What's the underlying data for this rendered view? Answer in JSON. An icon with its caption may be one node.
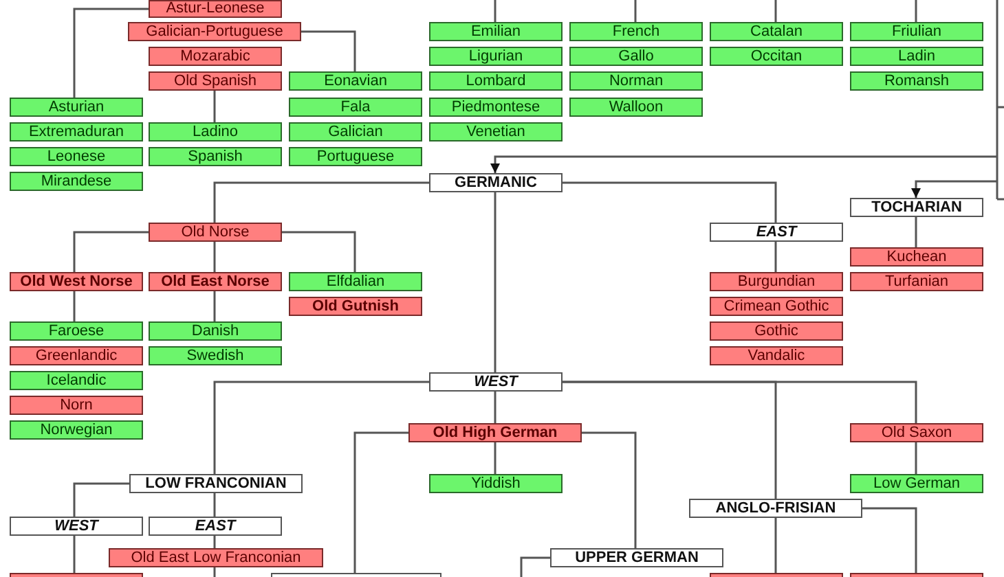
{
  "diagram": {
    "nodes": [
      {
        "text": [
          "Astur-Leonese"
        ]
      },
      {
        "text": [
          "Galician-Portuguese"
        ]
      },
      {
        "text": [
          "Mozarabic"
        ]
      },
      {
        "text": [
          "Old Spanish"
        ]
      },
      {
        "text": [
          "Eonavian"
        ]
      },
      {
        "text": [
          "Fala"
        ]
      },
      {
        "text": [
          "Galician"
        ]
      },
      {
        "text": [
          "Portuguese"
        ]
      },
      {
        "text": [
          "Asturian"
        ]
      },
      {
        "text": [
          "Extremaduran"
        ]
      },
      {
        "text": [
          "Leonese"
        ]
      },
      {
        "text": [
          "Mirandese"
        ]
      },
      {
        "text": [
          "Ladino"
        ]
      },
      {
        "text": [
          "Spanish"
        ]
      },
      {
        "text": [
          "Emilian"
        ]
      },
      {
        "text": [
          "Ligurian"
        ]
      },
      {
        "text": [
          "Lombard"
        ]
      },
      {
        "text": [
          "Piedmontese"
        ]
      },
      {
        "text": [
          "Venetian"
        ]
      },
      {
        "text": [
          "French"
        ]
      },
      {
        "text": [
          "Gallo"
        ]
      },
      {
        "text": [
          "Norman"
        ]
      },
      {
        "text": [
          "Walloon"
        ]
      },
      {
        "text": [
          "Catalan"
        ]
      },
      {
        "text": [
          "Occitan"
        ]
      },
      {
        "text": [
          "Friulian"
        ]
      },
      {
        "text": [
          "Ladin"
        ]
      },
      {
        "text": [
          "Romansh"
        ]
      },
      {
        "text": [
          "GERMANIC"
        ]
      },
      {
        "text": [
          "TOCHARIAN"
        ]
      },
      {
        "text": [
          "Old Norse"
        ]
      },
      {
        "text": [
          "EAST"
        ]
      },
      {
        "text": [
          "Old West Norse"
        ]
      },
      {
        "text": [
          "Old East Norse"
        ]
      },
      {
        "text": [
          "Elfdalian"
        ]
      },
      {
        "text": [
          "Old Gutnish"
        ]
      },
      {
        "text": [
          "Burgundian"
        ]
      },
      {
        "text": [
          "Crimean Gothic"
        ]
      },
      {
        "text": [
          "Gothic"
        ]
      },
      {
        "text": [
          "Vandalic"
        ]
      },
      {
        "text": [
          "Kuchean"
        ]
      },
      {
        "text": [
          "Turfanian"
        ]
      },
      {
        "text": [
          "Faroese"
        ]
      },
      {
        "text": [
          "Greenlandic"
        ]
      },
      {
        "text": [
          "Icelandic"
        ]
      },
      {
        "text": [
          "Norn"
        ]
      },
      {
        "text": [
          "Norwegian"
        ]
      },
      {
        "text": [
          "Danish"
        ]
      },
      {
        "text": [
          "Swedish"
        ]
      },
      {
        "text": [
          "WEST"
        ]
      },
      {
        "text": [
          "Old High German"
        ]
      },
      {
        "text": [
          "Old Saxon"
        ]
      },
      {
        "text": [
          "Yiddish"
        ]
      },
      {
        "text": [
          "Low German"
        ]
      },
      {
        "text": [
          "LOW FRANCONIAN"
        ]
      },
      {
        "text": [
          "ANGLO-FRISIAN"
        ]
      },
      {
        "text": [
          "WEST"
        ]
      },
      {
        "text": [
          "EAST"
        ]
      },
      {
        "text": [
          "Old East Low Franconian"
        ]
      },
      {
        "text": [
          "UPPER GERMAN"
        ]
      },
      {
        "text": [],
        "shape": "box"
      },
      {
        "text": [],
        "shape": "box"
      },
      {
        "text": [],
        "shape": "box"
      },
      {
        "text": [],
        "shape": "box"
      }
    ],
    "edges": [
      {
        "from": null,
        "to": 14,
        "arrow": "none"
      },
      {
        "from": null,
        "to": 19,
        "arrow": "none"
      },
      {
        "from": null,
        "to": 23,
        "arrow": "none"
      },
      {
        "from": null,
        "to": 25,
        "arrow": "none"
      },
      {
        "from": 0,
        "to": 8,
        "arrow": "none"
      },
      {
        "from": 1,
        "to": 4,
        "arrow": "none"
      },
      {
        "from": 3,
        "to": 12,
        "arrow": "none"
      },
      {
        "from": null,
        "to": 28,
        "arrow": "to"
      },
      {
        "from": null,
        "to": 29,
        "arrow": "to"
      },
      {
        "from": 28,
        "to": 30,
        "arrow": "none"
      },
      {
        "from": 28,
        "to": 31,
        "arrow": "none"
      },
      {
        "from": 28,
        "to": 49,
        "arrow": "none"
      },
      {
        "from": 29,
        "to": 40,
        "arrow": "none"
      },
      {
        "from": 30,
        "to": 32,
        "arrow": "none"
      },
      {
        "from": 30,
        "to": 33,
        "arrow": "none"
      },
      {
        "from": 30,
        "to": 34,
        "arrow": "none"
      },
      {
        "from": 32,
        "to": 42,
        "arrow": "none"
      },
      {
        "from": 33,
        "to": 47,
        "arrow": "none"
      },
      {
        "from": 31,
        "to": 36,
        "arrow": "none"
      },
      {
        "from": 49,
        "to": 50,
        "arrow": "none"
      },
      {
        "from": 49,
        "to": 54,
        "arrow": "none"
      },
      {
        "from": 49,
        "to": 55,
        "arrow": "none"
      },
      {
        "from": 49,
        "to": 51,
        "arrow": "none"
      },
      {
        "from": 50,
        "to": 52,
        "arrow": "none"
      },
      {
        "from": 50,
        "to": 61,
        "arrow": "none"
      },
      {
        "from": 50,
        "to": 59,
        "arrow": "none"
      },
      {
        "from": 51,
        "to": 53,
        "arrow": "none"
      },
      {
        "from": 54,
        "to": 56,
        "arrow": "none"
      },
      {
        "from": 54,
        "to": 57,
        "arrow": "none"
      },
      {
        "from": 57,
        "to": 58,
        "arrow": "none"
      },
      {
        "from": 58,
        "to": null,
        "arrow": "none"
      },
      {
        "from": 56,
        "to": 60,
        "arrow": "none"
      },
      {
        "from": 59,
        "to": null,
        "arrow": "none"
      },
      {
        "from": 55,
        "to": 62,
        "arrow": "none"
      },
      {
        "from": 55,
        "to": 63,
        "arrow": "none"
      }
    ]
  }
}
